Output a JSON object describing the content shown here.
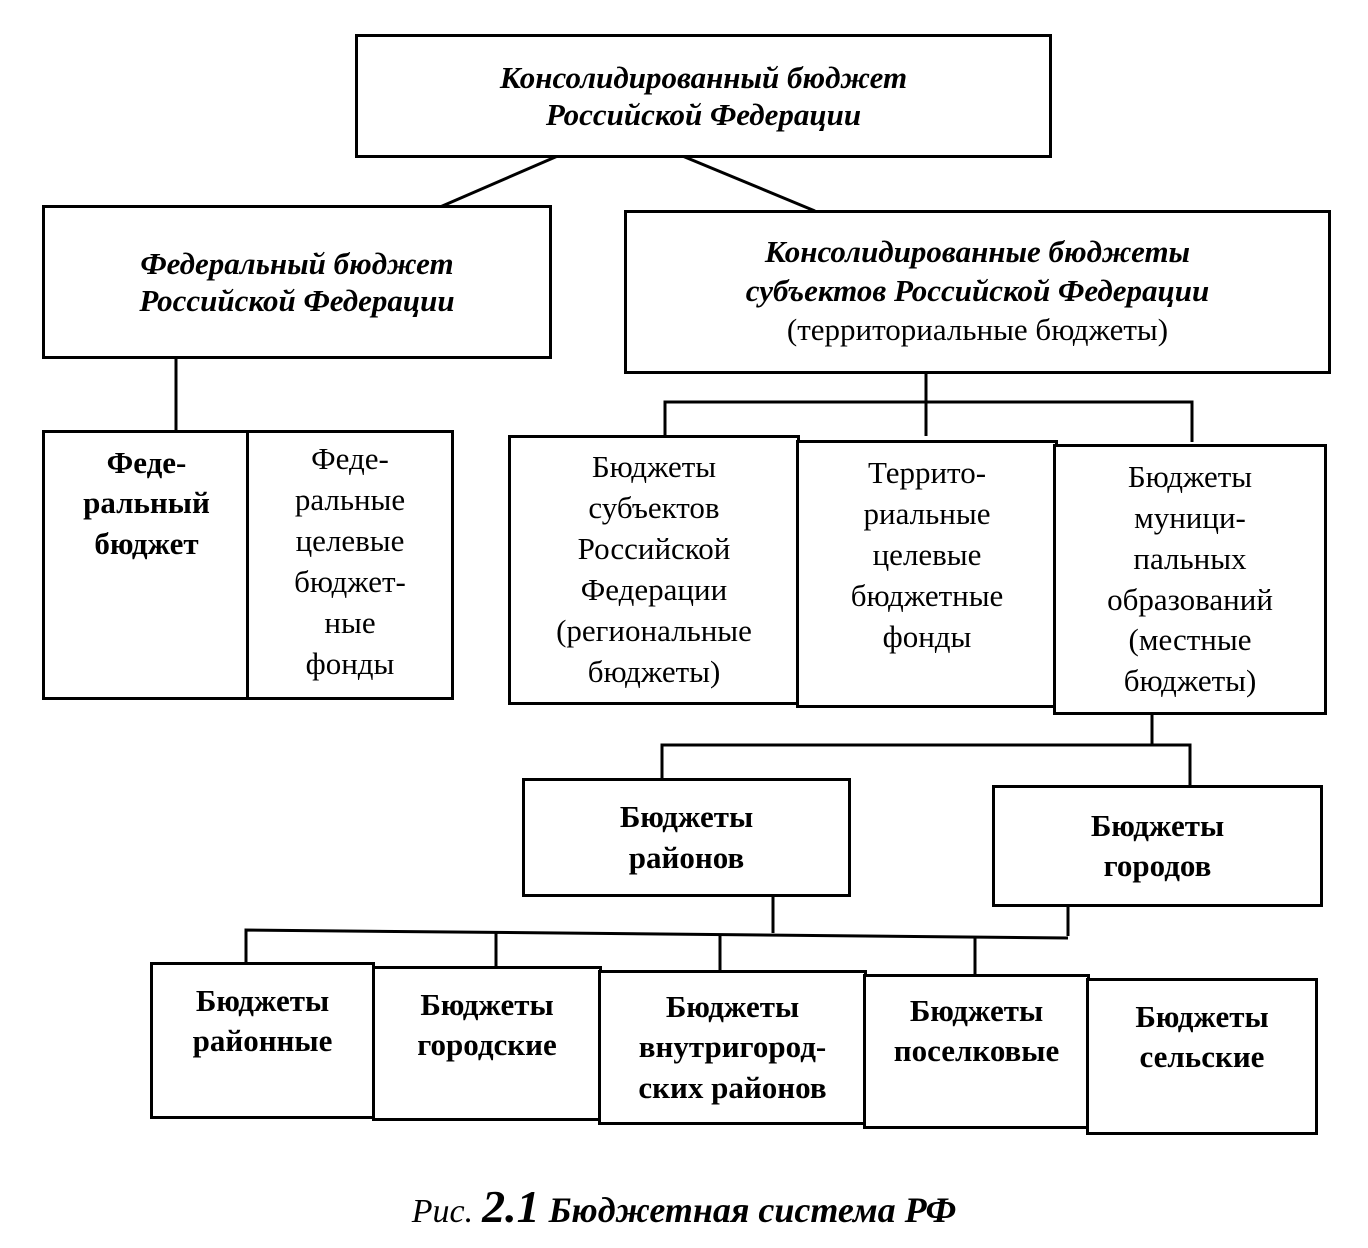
{
  "root": {
    "line1": "Консолидированный бюджет",
    "line2": "Российской Федерации"
  },
  "federal": {
    "line1": "Федеральный бюджет",
    "line2": "Российской Федерации"
  },
  "consolidated_subjects": {
    "line1": "Консолидированные бюджеты",
    "line2": "субъектов Российской Федерации",
    "line3": "(территориальные бюджеты)"
  },
  "federal_children": [
    {
      "text": "Феде-\nральный\nбюджет"
    },
    {
      "text": "Феде-\nральные\nцелевые\nбюджет-\nные\nфонды"
    }
  ],
  "territorial_children": [
    {
      "text": "Бюджеты\nсубъектов\nРоссийской\nФедерации\n(региональные\nбюджеты)"
    },
    {
      "text": "Террито-\nриальные\nцелевые\nбюджетные\nфонды"
    },
    {
      "text": "Бюджеты\nмуници-\nпальных\nобразований\n(местные\nбюджеты)"
    }
  ],
  "municipal_children": [
    {
      "text": "Бюджеты\nрайонов"
    },
    {
      "text": "Бюджеты\nгородов"
    }
  ],
  "local_levels": [
    {
      "text": "Бюджеты\nрайонные"
    },
    {
      "text": "Бюджеты\nгородские"
    },
    {
      "text": "Бюджеты\nвнутригород-\nских районов"
    },
    {
      "text": "Бюджеты\nпоселковые"
    },
    {
      "text": "Бюджеты\nсельские"
    }
  ],
  "caption": {
    "prefix": "Рис.",
    "number": "2.1",
    "title": "Бюджетная система РФ"
  }
}
